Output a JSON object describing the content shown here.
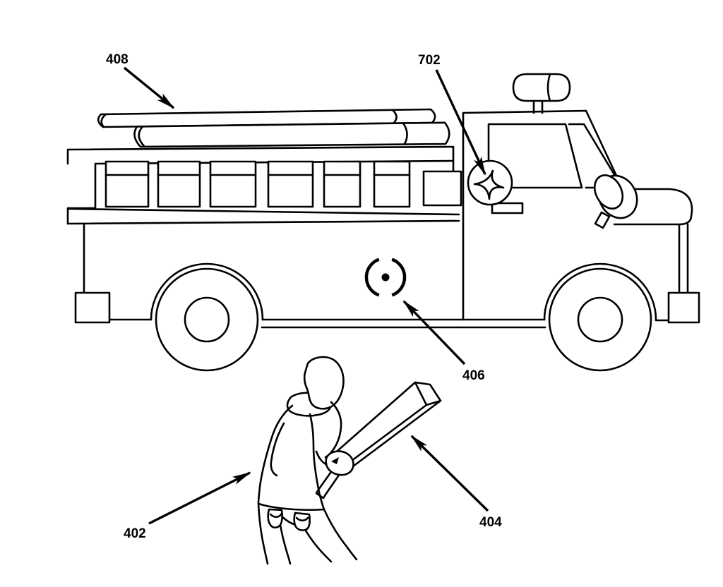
{
  "figure": {
    "type": "patent-line-drawing",
    "background": "#ffffff",
    "line_color": "#000000",
    "labels": [
      {
        "text": "408",
        "points_to": "ladder-rack"
      },
      {
        "text": "702",
        "points_to": "emblem-star"
      },
      {
        "text": "406",
        "points_to": "body-marker"
      },
      {
        "text": "402",
        "points_to": "person"
      },
      {
        "text": "404",
        "points_to": "bat"
      }
    ]
  }
}
